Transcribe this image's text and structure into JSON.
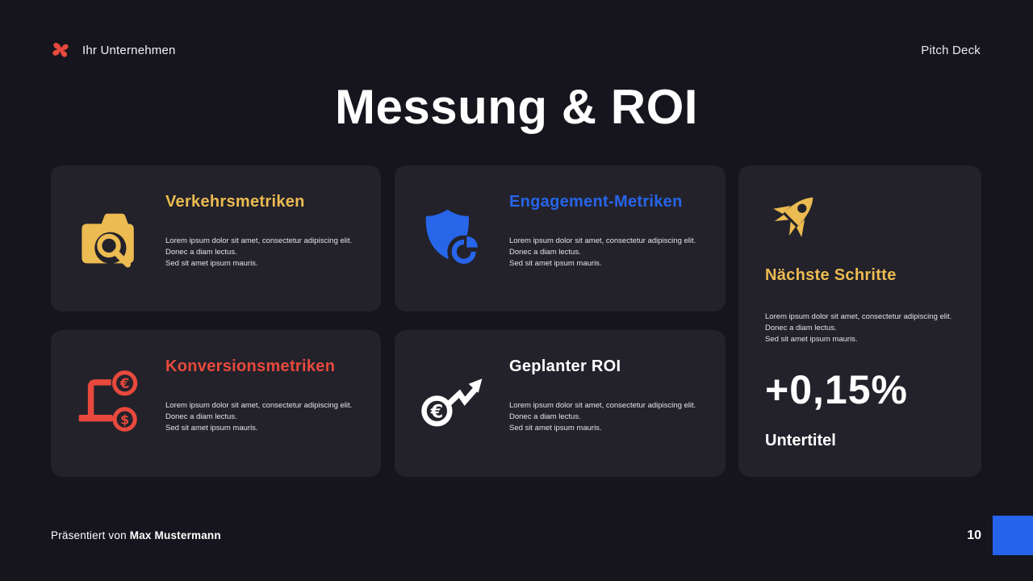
{
  "colors": {
    "page_bg": "#16151d",
    "card_bg": "#23222b",
    "yellow": "#ecbb51",
    "blue": "#2765e9",
    "red": "#e8493c",
    "body_text": "#e3e3e9",
    "blue_square": "#2563eb"
  },
  "header": {
    "company": "Ihr Unternehmen",
    "logo_icon": "pinwheel-logo-icon",
    "deck_label": "Pitch Deck"
  },
  "slide": {
    "title": "Messung & ROI",
    "page_number": "10"
  },
  "lorem": {
    "l1": "Lorem ipsum dolor sit amet, consectetur adipiscing elit.",
    "l2": "Donec a diam lectus.",
    "l3": "Sed sit amet ipsum mauris."
  },
  "cards": {
    "traffic": {
      "title": "Verkehrsmetriken",
      "icon": "camera-search-icon",
      "accent": "#ecbb51"
    },
    "engagement": {
      "title": "Engagement-Metriken",
      "icon": "shield-pie-chart-icon",
      "accent": "#2765e9"
    },
    "conversion": {
      "title": "Konversionsmetriken",
      "icon": "currency-funnel-icon",
      "accent": "#e8493c"
    },
    "roi": {
      "title": "Geplanter ROI",
      "icon": "euro-growth-arrow-icon",
      "accent": "#ffffff"
    },
    "next": {
      "title": "Nächste Schritte",
      "icon": "rocket-icon",
      "accent": "#ecbb51",
      "metric_value": "+0,15%",
      "metric_label": "Untertitel"
    }
  },
  "footer": {
    "presented_by": "Präsentiert von",
    "presenter": "Max Mustermann"
  }
}
